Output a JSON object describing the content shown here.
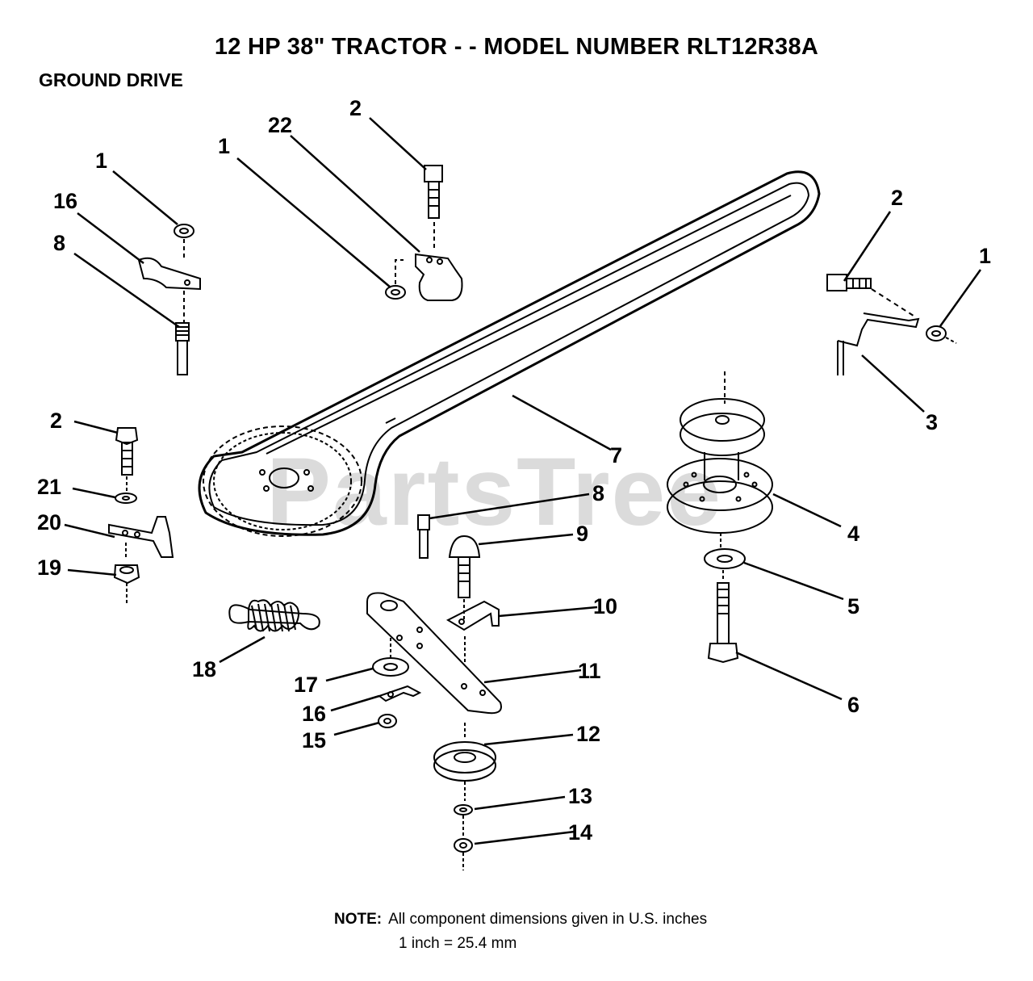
{
  "header": {
    "title": "12 HP 38\" TRACTOR - - MODEL NUMBER RLT12R38A",
    "section": "GROUND DRIVE"
  },
  "watermark": "PartsTree",
  "note": {
    "label": "NOTE:",
    "text": "All component dimensions given in U.S. inches",
    "conversion": "1 inch = 25.4 mm"
  },
  "callouts": {
    "c1": "1",
    "c2": "16",
    "c3": "8",
    "c4": "1",
    "c5": "22",
    "c6": "2",
    "c7": "2",
    "c8": "1",
    "c9": "3",
    "c10": "7",
    "c11": "2",
    "c12": "21",
    "c13": "20",
    "c14": "19",
    "c15": "8",
    "c16": "9",
    "c17": "4",
    "c18": "5",
    "c19": "10",
    "c20": "6",
    "c21": "11",
    "c22": "18",
    "c23": "17",
    "c24": "16",
    "c25": "15",
    "c26": "12",
    "c27": "13",
    "c28": "14"
  }
}
